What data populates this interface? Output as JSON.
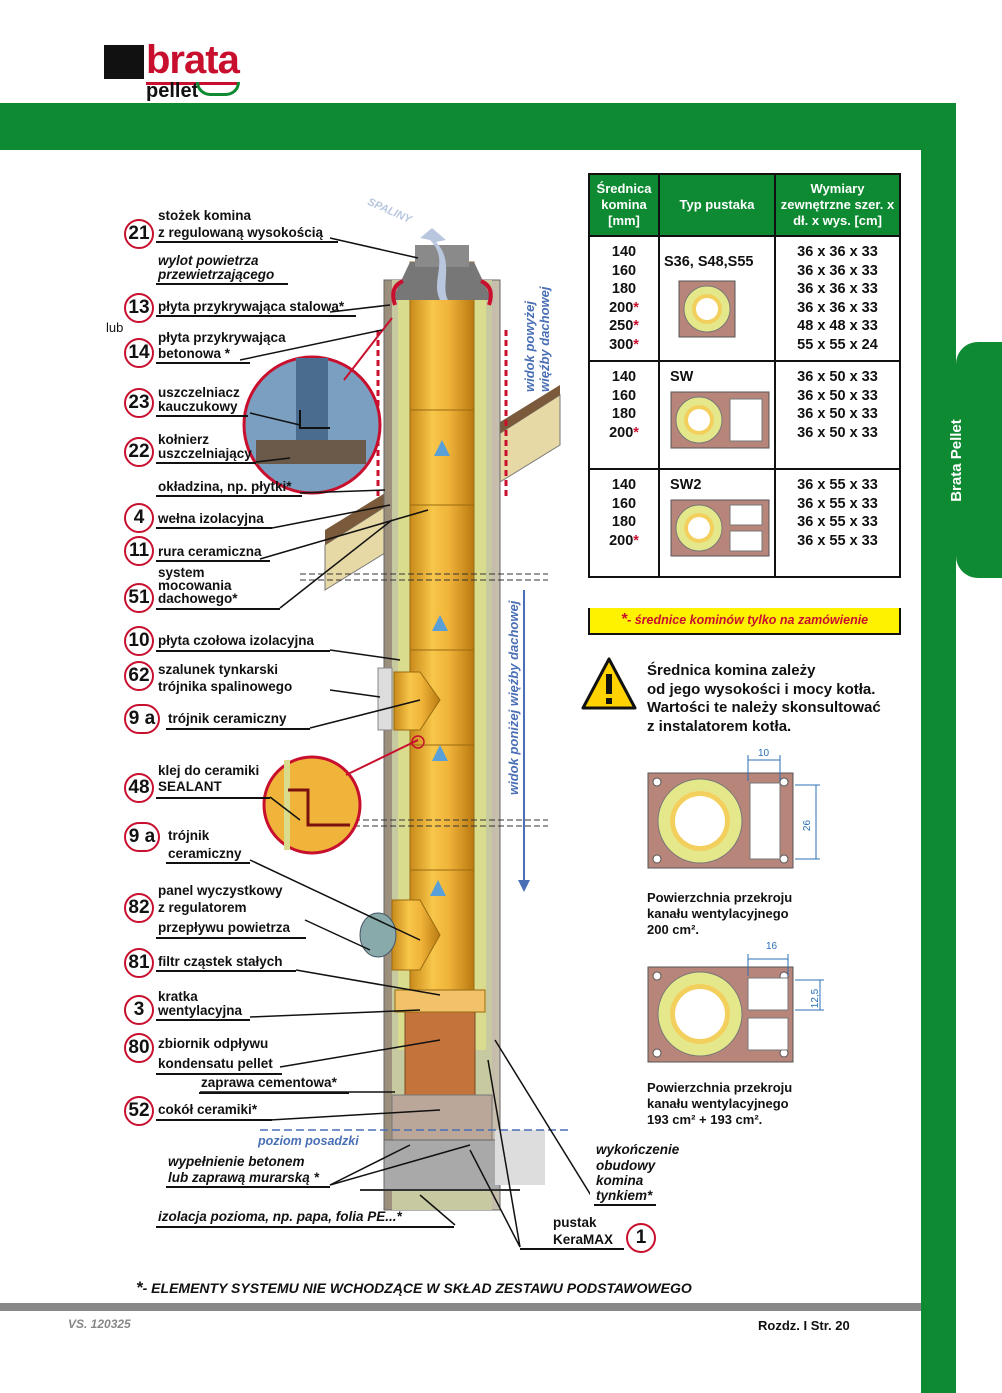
{
  "brand": {
    "name": "brata",
    "sub": "pellet"
  },
  "side_tab": "Brata Pellet",
  "labels": {
    "n21": "21",
    "t21a": "stożek komina",
    "t21b": "z regulowaną wysokością",
    "wylot_a": "wylot powietrza",
    "wylot_b": "przewietrzającego",
    "n13": "13",
    "t13": "płyta przykrywająca stalowa",
    "lub": "lub",
    "n14": "14",
    "t14a": "płyta przykrywająca",
    "t14b": "betonowa",
    "n23": "23",
    "t23a": "uszczelniacz",
    "t23b": "kauczukowy",
    "n22": "22",
    "t22a": "kołnierz",
    "t22b": "uszczelniający",
    "okl": "okładzina, np. płytki",
    "n4": "4",
    "t4": "wełna izolacyjna",
    "n11": "11",
    "t11": "rura ceramiczna",
    "n51": "51",
    "t51a": "system",
    "t51b": "mocowania",
    "t51c": "dachowego",
    "n10": "10",
    "t10": "płyta czołowa izolacyjna",
    "n62": "62",
    "t62a": "szalunek tynkarski",
    "t62b": "trójnika spalinowego",
    "n9a": "9 a",
    "t9a": "trójnik ceramiczny",
    "n48": "48",
    "t48a": "klej do ceramiki",
    "t48b": "SEALANT",
    "n9a2": "9 a",
    "t9a2a": "trójnik",
    "t9a2b": "ceramiczny",
    "n82": "82",
    "t82a": "panel wyczystkowy",
    "t82b": "z regulatorem",
    "t82c": "przepływu powietrza",
    "n81": "81",
    "t81": "filtr cząstek stałych",
    "n3": "3",
    "t3a": "kratka",
    "t3b": "wentylacyjna",
    "n80": "80",
    "t80a": "zbiornik odpływu",
    "t80b": "kondensatu pellet",
    "zaprawa": "zaprawa cementowa",
    "n52": "52",
    "t52": "cokół ceramiki",
    "poziom": "poziom posadzki",
    "wyp_a": "wypełnienie betonem",
    "wyp_b": "lub zaprawą murarską",
    "izol": "izolacja pozioma, np. papa, folia PE...",
    "wyk_a": "wykończenie",
    "wyk_b": "obudowy",
    "wyk_c": "komina",
    "wyk_d": "tynkiem",
    "pustak_a": "pustak",
    "pustak_b": "KeraMAX",
    "n1": "1",
    "spaliny": "SPALINY",
    "widok_gora_a": "widok powyżej",
    "widok_gora_b": "więźby dachowej",
    "widok_dol": "widok poniżej więźby dachowej",
    "asterisk": "*"
  },
  "table": {
    "headers": [
      "Średnica komina [mm]",
      "Typ pustaka",
      "Wymiary zewnętrzne szer. x dł. x wys. [cm]"
    ],
    "rows": [
      {
        "diam": [
          "140",
          "160",
          "180",
          "200",
          "250",
          "300"
        ],
        "diam_star": [
          false,
          false,
          false,
          true,
          true,
          true
        ],
        "type": "S36, S48,S55",
        "dims": [
          "36 x 36 x 33",
          "36 x 36 x 33",
          "36 x 36 x 33",
          "36 x 36 x 33",
          "48 x 48 x 33",
          "55 x 55 x 24"
        ]
      },
      {
        "diam": [
          "140",
          "160",
          "180",
          "200"
        ],
        "diam_star": [
          false,
          false,
          false,
          true
        ],
        "type": "SW",
        "dims": [
          "36 x 50 x 33",
          "36 x 50 x 33",
          "36 x 50 x 33",
          "36 x 50 x 33"
        ]
      },
      {
        "diam": [
          "140",
          "160",
          "180",
          "200"
        ],
        "diam_star": [
          false,
          false,
          false,
          true
        ],
        "type": "SW2",
        "dims": [
          "36 x 55 x 33",
          "36 x 55 x 33",
          "36 x 55 x 33",
          "36 x 55 x 33"
        ]
      }
    ],
    "note": "- średnice kominów tylko na zamówienie"
  },
  "warning": [
    "Średnica komina zależy",
    "od jego wysokości i mocy kotła.",
    "Wartości te należy skonsultować",
    "z  instalatorem kotła."
  ],
  "section1": {
    "dim_w": "10",
    "dim_h": "26",
    "caption": [
      "Powierzchnia przekroju",
      "kanału wentylacyjnego",
      "200 cm²."
    ]
  },
  "section2": {
    "dim_w": "16",
    "dim_h": "12,5",
    "caption": [
      "Powierzchnia przekroju",
      "kanału wentylacyjnego",
      "193 cm² + 193 cm²."
    ]
  },
  "footer": {
    "note": "- ELEMENTY SYSTEMU NIE WCHODZĄCE W SKŁAD ZESTAWU PODSTAWOWEGO",
    "version": "VS. 120325",
    "page": "Rozdz. I  Str. 20"
  }
}
